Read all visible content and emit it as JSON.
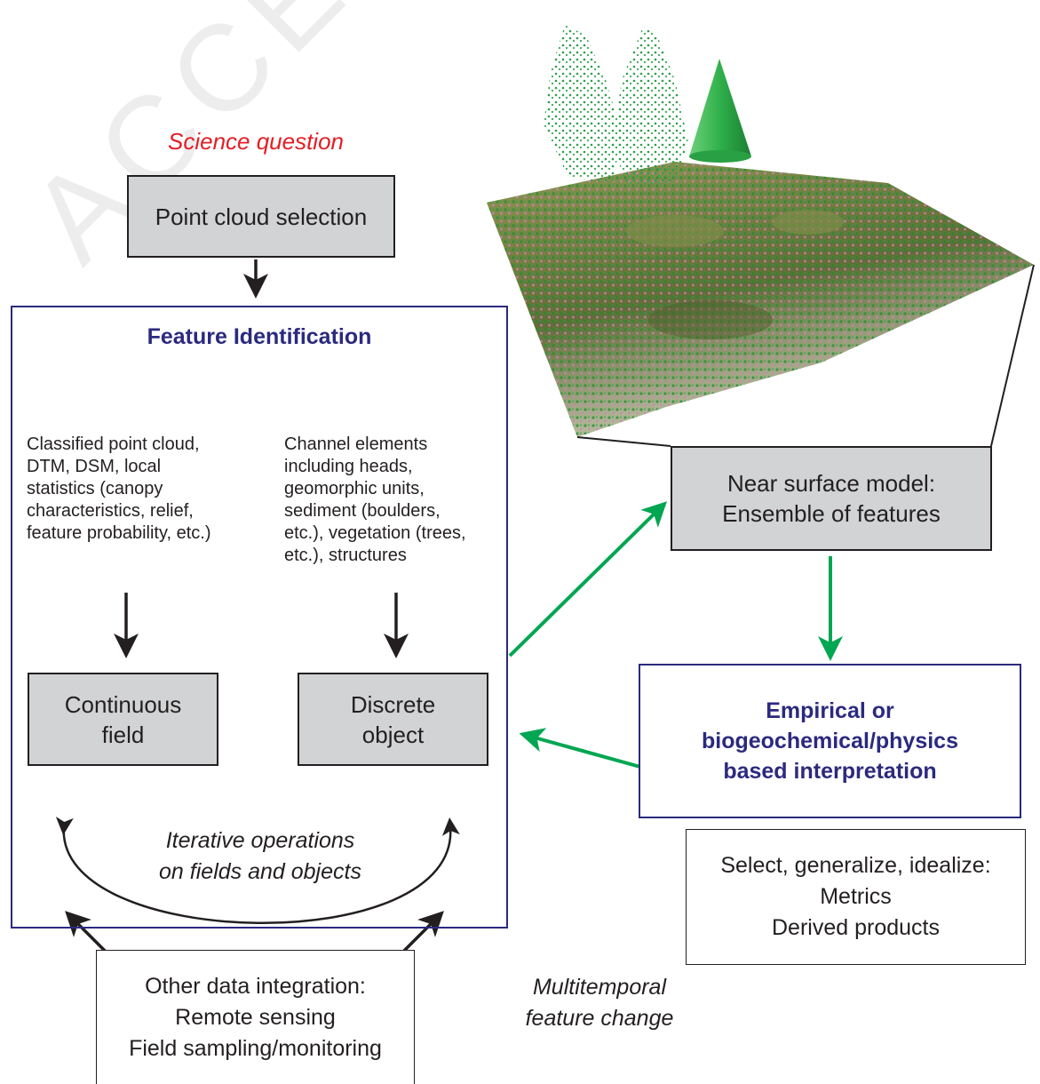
{
  "watermark": "ACCEPTED MANUSCRIPT",
  "science_question": "Science question",
  "point_cloud_selection": "Point cloud selection",
  "feature_identification": {
    "title": "Feature Identification",
    "left_text": [
      "Classified point cloud,",
      "DTM, DSM, local",
      "statistics (canopy",
      "characteristics, relief,",
      "feature probability, etc.)"
    ],
    "right_text": [
      "Channel elements",
      "including heads,",
      "geomorphic units,",
      "sediment (boulders,",
      "etc.), vegetation (trees,",
      "etc.), structures"
    ],
    "continuous_field": [
      "Continuous",
      "field"
    ],
    "discrete_object": [
      "Discrete",
      "object"
    ],
    "iterative": [
      "Iterative operations",
      "on fields and objects"
    ]
  },
  "other_data": [
    "Other data integration:",
    "Remote sensing",
    "Field sampling/monitoring"
  ],
  "near_surface": [
    "Near surface model:",
    "Ensemble of features"
  ],
  "interpretation": [
    "Empirical  or",
    "biogeochemical/physics",
    "based interpretation"
  ],
  "select": [
    "Select, generalize, idealize:",
    "Metrics",
    "Derived products"
  ],
  "multitemporal": [
    "Multitemporal",
    "feature change"
  ],
  "colors": {
    "science_red": "#e31e24",
    "navy": "#2b2a7f",
    "box_gray": "#d1d3d4",
    "arrow_green": "#00a651",
    "terrain": "#6b7a3a"
  }
}
